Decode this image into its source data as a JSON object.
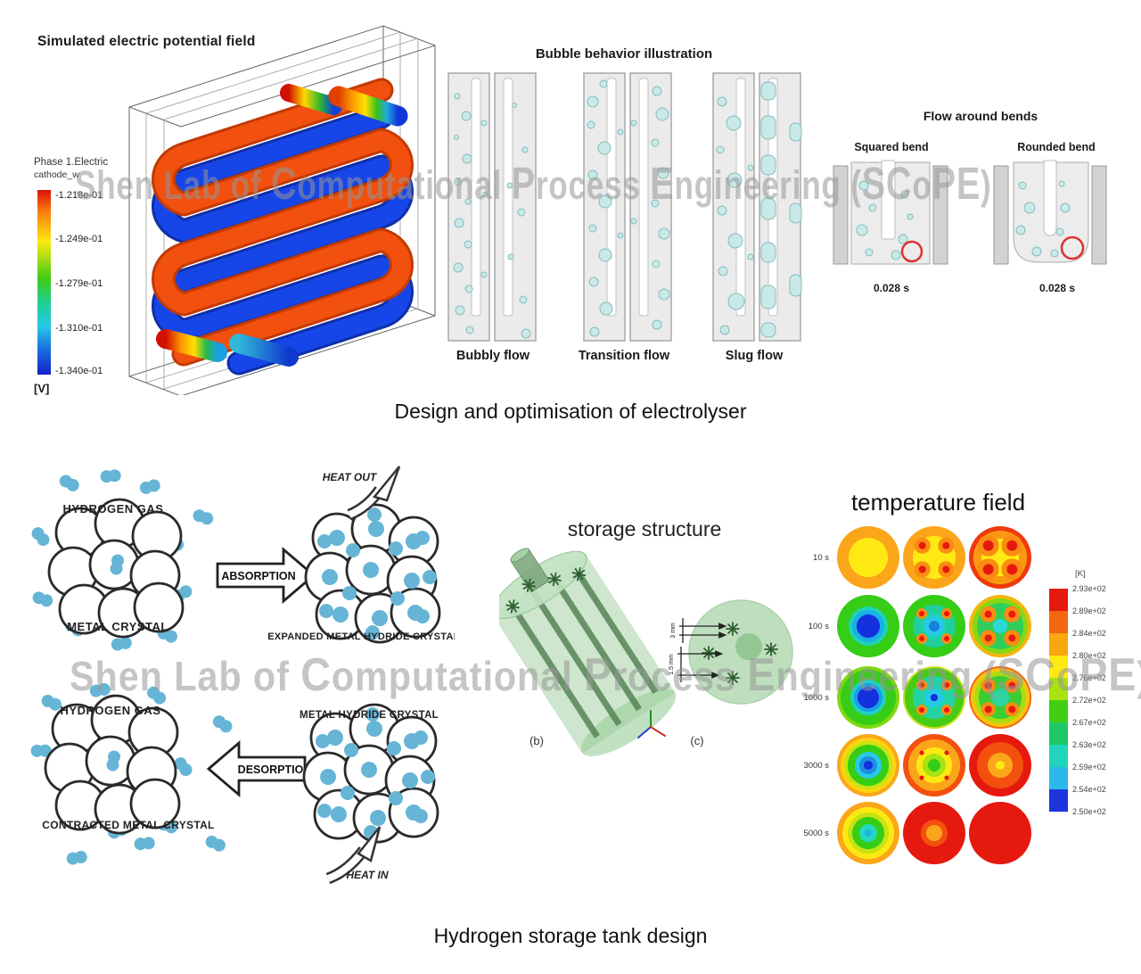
{
  "watermark": {
    "segments": [
      {
        "t": "Shen Lab of ",
        "b": 0
      },
      {
        "t": "C",
        "b": 1
      },
      {
        "t": "omputational ",
        "b": 0
      },
      {
        "t": "P",
        "b": 1
      },
      {
        "t": "rocess ",
        "b": 0
      },
      {
        "t": "E",
        "b": 1
      },
      {
        "t": "ngineering (",
        "b": 0
      },
      {
        "t": "SC",
        "b": 1
      },
      {
        "t": "o",
        "b": 0
      },
      {
        "t": "PE",
        "b": 1
      },
      {
        "t": ")",
        "b": 0
      }
    ]
  },
  "electrolyser": {
    "caption": "Design and optimisation of electrolyser",
    "potential": {
      "title": "Simulated electric potential field",
      "legend": {
        "phase": "Phase 1.Electric",
        "sub": "cathode_w",
        "ticks": [
          "-1.218e-01",
          "-1.249e-01",
          "-1.279e-01",
          "-1.310e-01",
          "-1.340e-01"
        ],
        "unit": "[V]",
        "gradient_colors": [
          "#dd1108",
          "#f97f0e",
          "#fce912",
          "#3fcb16",
          "#1ecf9a",
          "#27c9e8",
          "#1b6fe0",
          "#1022cc"
        ]
      }
    },
    "bubbles": {
      "title": "Bubble behavior illustration",
      "flows": [
        "Bubbly flow",
        "Transition flow",
        "Slug flow"
      ]
    },
    "bends": {
      "title": "Flow around bends",
      "squared": "Squared bend",
      "rounded": "Rounded bend",
      "time_squared": "0.028 s",
      "time_rounded": "0.028 s",
      "highlight_color": "#e03030"
    }
  },
  "storage": {
    "caption": "Hydrogen storage tank design",
    "hydride": {
      "hydrogen_gas_top": "HYDROGEN GAS",
      "metal_crystal": "METAL CRYSTAL",
      "absorption": "ABSORPTION",
      "heat_out": "HEAT OUT",
      "expanded": "EXPANDED METAL HYDRIDE CRYSTAL",
      "hydrogen_gas_bottom": "HYDROGEN GAS",
      "metal_hydride": "METAL HYDRIDE CRYSTAL",
      "desorption": "DESORPTION",
      "contracted": "CONTRACTED METAL CRYSTAL",
      "heat_in": "HEAT IN",
      "h2_color": "#66b5d6"
    },
    "structure": {
      "title": "storage structure",
      "label_b": "(b)",
      "label_c": "(c)",
      "dim_top": "3 mm",
      "dim_bottom": "1.5 mm"
    },
    "temperature": {
      "title": "temperature field",
      "rows": [
        "10 s",
        "100 s",
        "1000 s",
        "3000 s",
        "5000 s"
      ],
      "legend_unit": "[K]",
      "legend_ticks": [
        "2.93e+02",
        "2.89e+02",
        "2.84e+02",
        "2.80e+02",
        "2.76e+02",
        "2.72e+02",
        "2.67e+02",
        "2.63e+02",
        "2.59e+02",
        "2.54e+02",
        "2.50e+02"
      ],
      "legend_colors": [
        "#e6190f",
        "#f3680f",
        "#f9a60f",
        "#fdea12",
        "#a9e211",
        "#41cf16",
        "#1cc966",
        "#20d4bd",
        "#2bb9ea",
        "#1c35dd"
      ]
    }
  }
}
